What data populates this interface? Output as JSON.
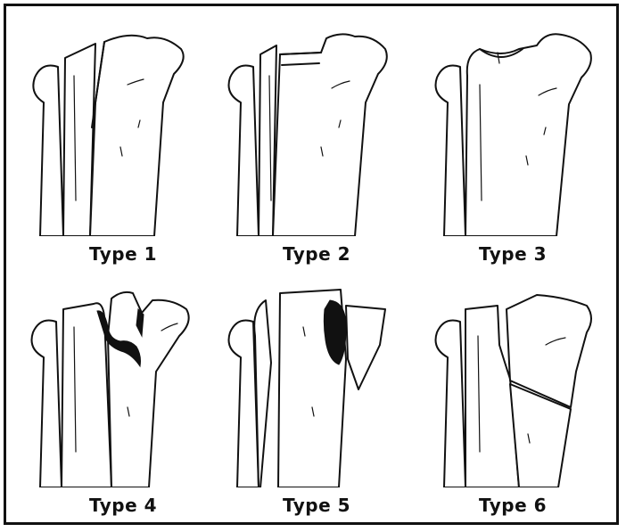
{
  "figure": {
    "panels": [
      {
        "label": "Type 1"
      },
      {
        "label": "Type 2"
      },
      {
        "label": "Type 3"
      },
      {
        "label": "Type 4"
      },
      {
        "label": "Type 5"
      },
      {
        "label": "Type 6"
      }
    ]
  }
}
